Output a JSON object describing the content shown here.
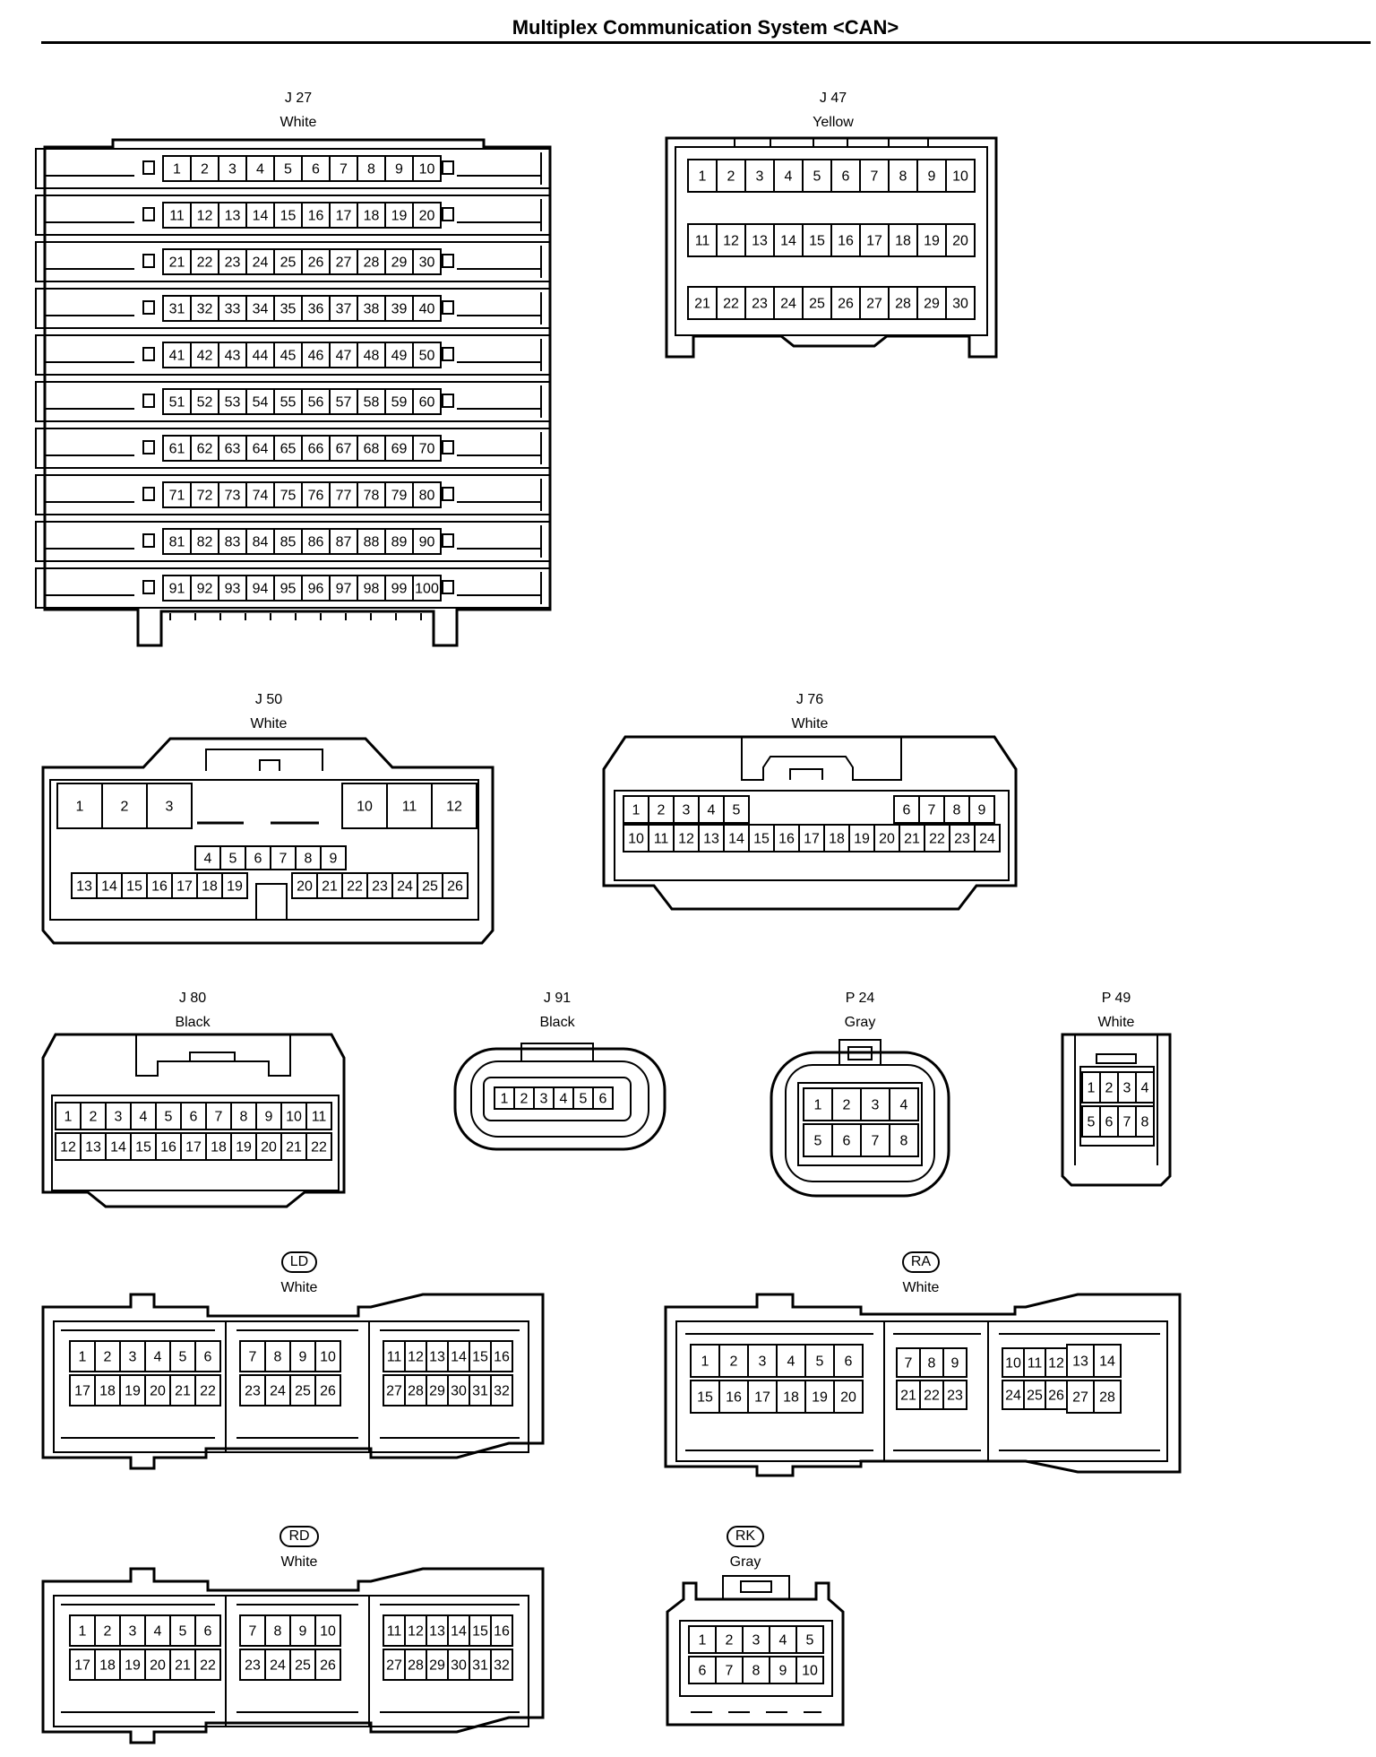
{
  "page": {
    "title": "Multiplex Communication System <CAN>"
  },
  "connectors": [
    {
      "id": "j27",
      "code": "J 27",
      "color": "White",
      "pin_count": 100
    },
    {
      "id": "j47",
      "code": "J 47",
      "color": "Yellow",
      "pin_count": 30
    },
    {
      "id": "j50",
      "code": "J 50",
      "color": "White",
      "pin_count": 26
    },
    {
      "id": "j76",
      "code": "J 76",
      "color": "White",
      "pin_count": 24
    },
    {
      "id": "j80",
      "code": "J 80",
      "color": "Black",
      "pin_count": 22
    },
    {
      "id": "j91",
      "code": "J 91",
      "color": "Black",
      "pin_count": 6
    },
    {
      "id": "p24",
      "code": "P 24",
      "color": "Gray",
      "pin_count": 8
    },
    {
      "id": "p49",
      "code": "P 49",
      "color": "White",
      "pin_count": 8
    },
    {
      "id": "ld",
      "code": "LD",
      "color": "White",
      "pin_count": 32
    },
    {
      "id": "ra",
      "code": "RA",
      "color": "White",
      "pin_count": 28
    },
    {
      "id": "rd",
      "code": "RD",
      "color": "White",
      "pin_count": 32
    },
    {
      "id": "rk",
      "code": "RK",
      "color": "Gray",
      "pin_count": 10
    }
  ]
}
